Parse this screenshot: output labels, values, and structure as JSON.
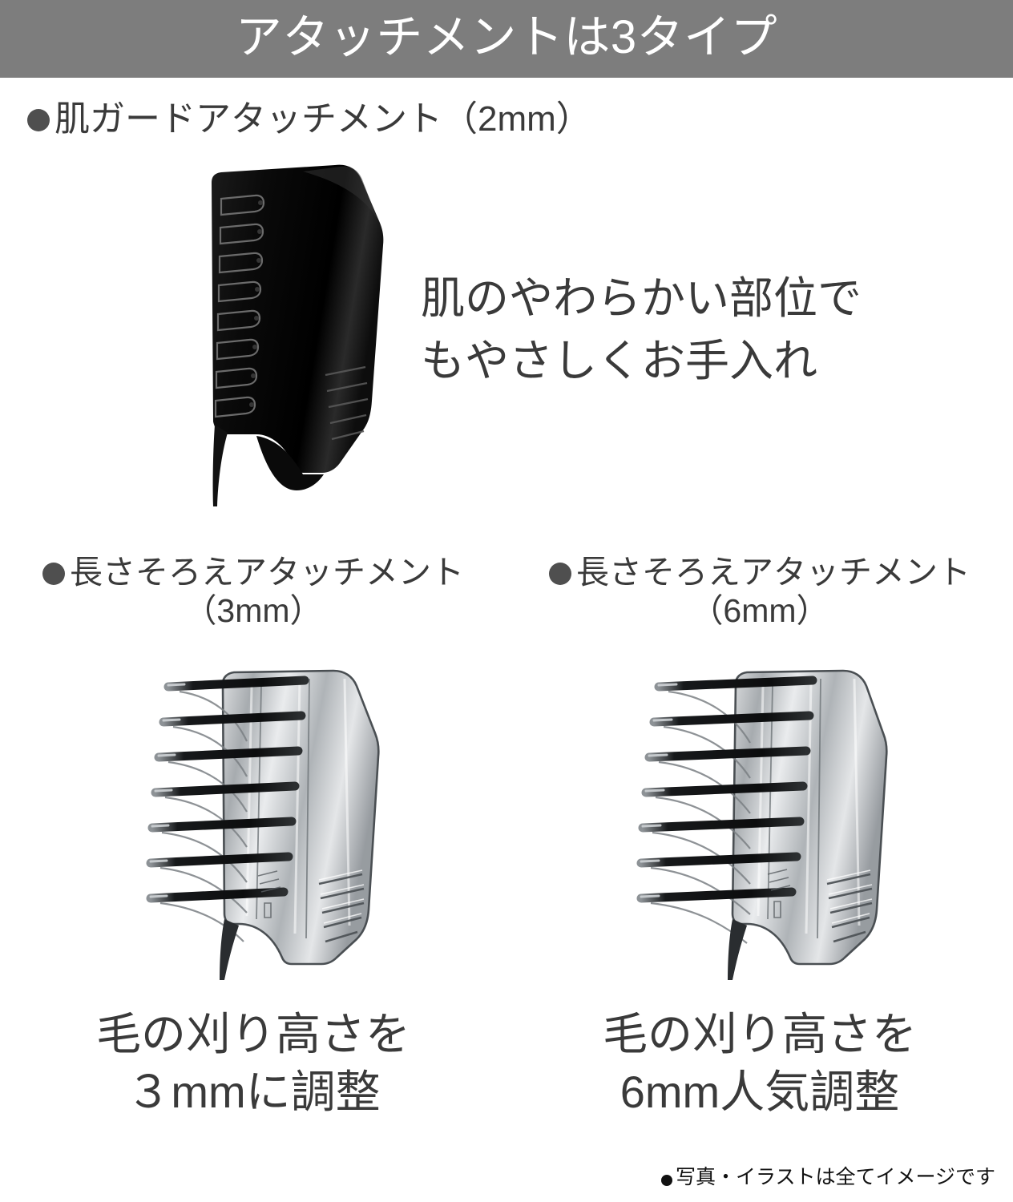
{
  "banner": {
    "title": "アタッチメントは3タイプ",
    "bg_color": "#7d7d7d",
    "text_color": "#ffffff"
  },
  "colors": {
    "text": "#3a3a3a",
    "bullet": "#4f4f4f",
    "banner_gray": "#7d7d7d",
    "black_part": "#0a0a0a",
    "clear_part": "#b9bdc0"
  },
  "sections": [
    {
      "id": "skin-guard",
      "bullet": "●",
      "heading": "肌ガードアタッチメント（2mm）",
      "description_lines": [
        "肌のやわらかい部位で",
        "もやさしくお手入れ"
      ],
      "product_icon": "skin-guard-attachment"
    }
  ],
  "columns": [
    {
      "id": "comb-3mm",
      "bullet": "●",
      "heading_line1": "長さそろえアタッチメント",
      "heading_line2": "（3mm）",
      "caption_line1": "毛の刈り高さを",
      "caption_line2": "３mmに調整",
      "product_icon": "length-comb-attachment-3mm"
    },
    {
      "id": "comb-6mm",
      "bullet": "●",
      "heading_line1": "長さそろえアタッチメント",
      "heading_line2": "（6mm）",
      "caption_line1": "毛の刈り高さを",
      "caption_line2": "6mm人気調整",
      "product_icon": "length-comb-attachment-6mm"
    }
  ],
  "footer": {
    "bullet": "●",
    "note": "写真・イラストは全てイメージです"
  }
}
